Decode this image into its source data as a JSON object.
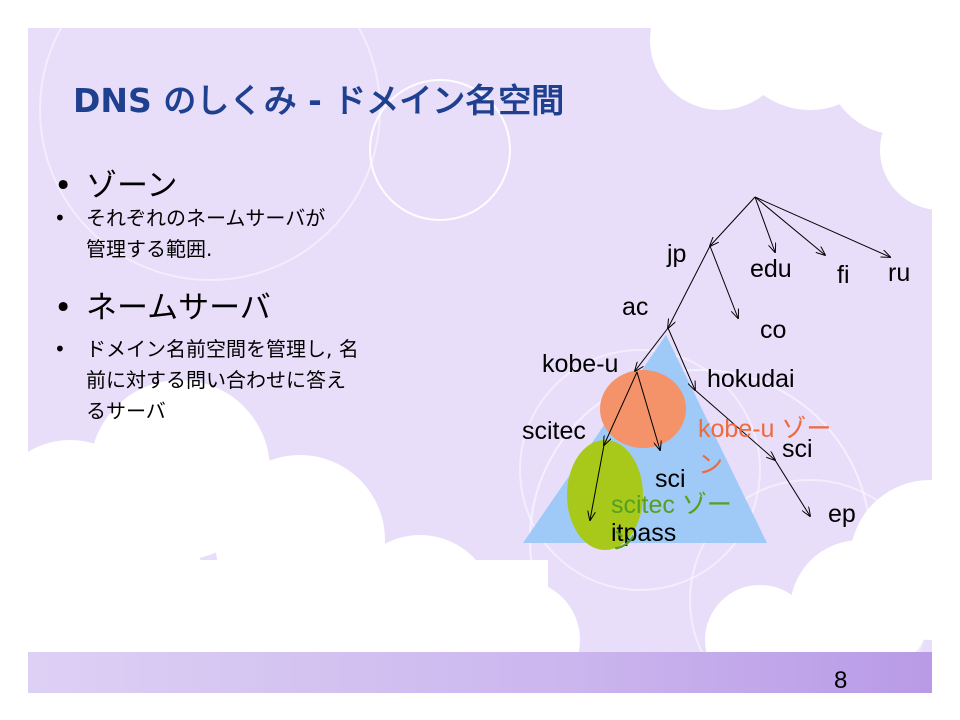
{
  "slide": {
    "title": "DNS のしくみ - ドメイン名空間",
    "bullets": [
      {
        "level": 1,
        "text": "ゾーン"
      },
      {
        "level": 2,
        "lines": [
          "それぞれのネームサーバが",
          "管理する範囲."
        ]
      },
      {
        "level": 1,
        "text": "ネームサーバ"
      },
      {
        "level": 2,
        "lines": [
          "ドメイン名前空間を管理し, 名",
          "前に対する問い合わせに答え",
          "るサーバ"
        ]
      }
    ],
    "bullet_glyph": "•",
    "page_number": "8"
  },
  "tree": {
    "labels": {
      "jp": "jp",
      "edu": "edu",
      "fi": "fi",
      "ru": "ru",
      "ac": "ac",
      "co": "co",
      "kobe_u": "kobe-u",
      "hokudai": "hokudai",
      "scitec": "scitec",
      "sci_kobe": "sci",
      "sci_hokudai": "sci",
      "ep": "ep",
      "itpass": "itpass"
    },
    "zones": {
      "kobe_u_zone_line1": "kobe-u ゾー",
      "kobe_u_zone_line2": "ン",
      "scitec_zone_line1": "scitec ゾー",
      "scitec_zone_line2": "ン"
    }
  },
  "colors": {
    "title": "#1f3f8f",
    "background_lavender": "#e9defa",
    "triangle": "#9fcaf7",
    "kobe_u_zone": "#f4926a",
    "scitec_zone": "#a8c81a",
    "kobe_u_zone_text": "#ee6a3c",
    "scitec_zone_text": "#55a01e"
  }
}
